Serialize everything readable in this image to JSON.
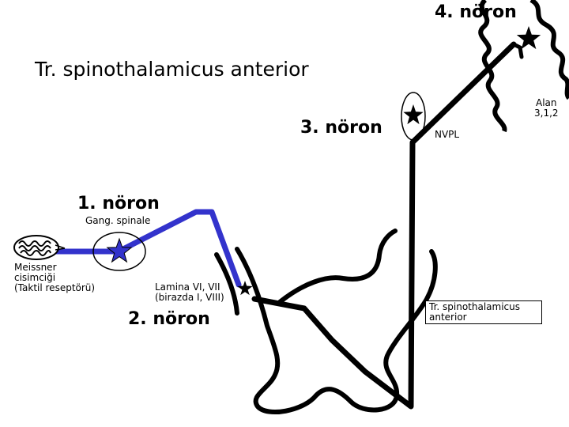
{
  "title": "Tr. spinothalamicus anterior",
  "neurons": {
    "n1": "1. nöron",
    "n2": "2. nöron",
    "n3": "3. nöron",
    "n4": "4. nöron"
  },
  "labels": {
    "ganglion": "Gang. spinale",
    "receptor_line1": "Meissner",
    "receptor_line2": "cisimciği",
    "receptor_line3": "(Taktil reseptörü)",
    "lamina_line1": "Lamina VI, VII",
    "lamina_line2": "(birazda I, VIII)",
    "nucleus": "NVPL",
    "area_line1": "Alan",
    "area_line2": "3,1,2",
    "tract_box_line1": "Tr. spinothalamicus",
    "tract_box_line2": "anterior"
  },
  "colors": {
    "pathway_blue": "#3333cc",
    "pathway_black": "#000000",
    "background": "#ffffff"
  }
}
